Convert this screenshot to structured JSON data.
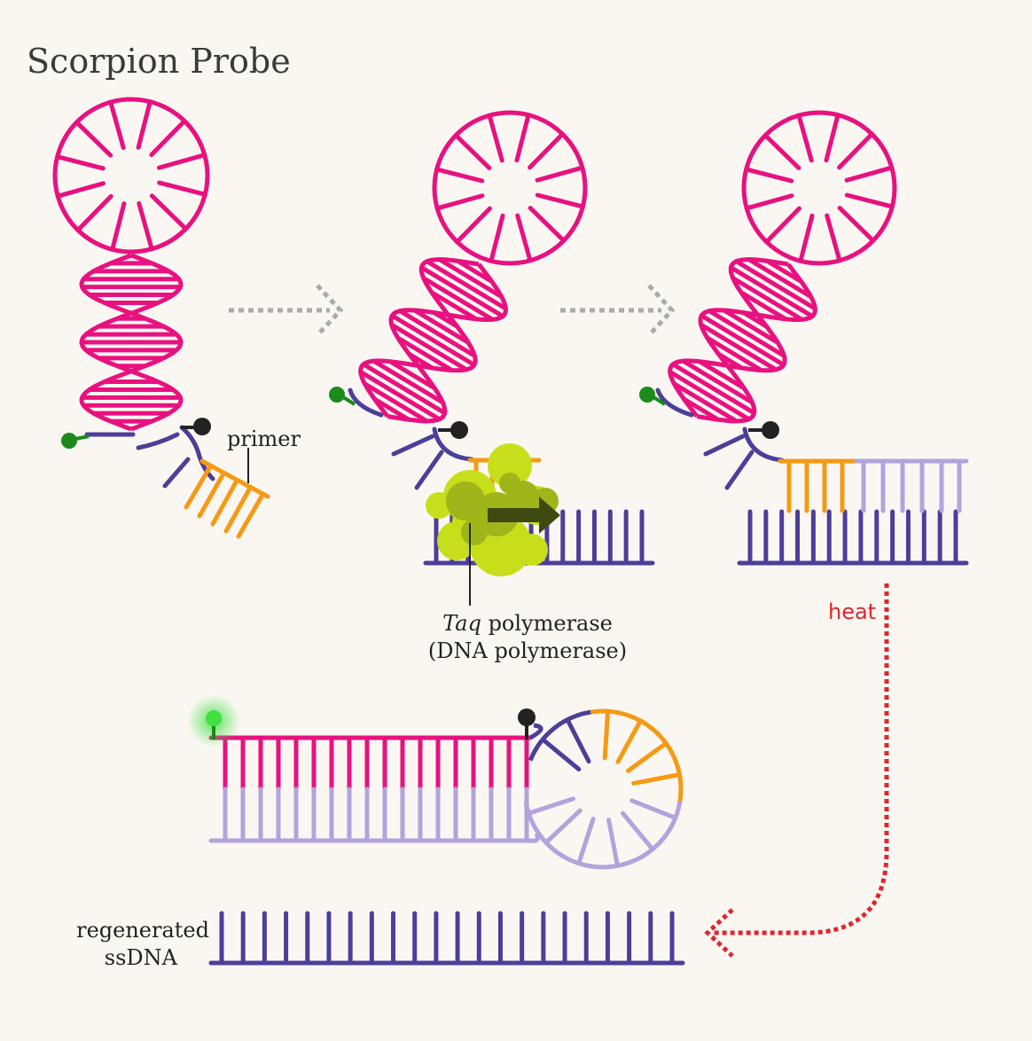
{
  "title": "Scorpion Probe",
  "labels": {
    "primer": "primer",
    "taq_italic": "Taq",
    "taq_rest": " polymerase",
    "dna_polymerase": "(DNA polymerase)",
    "heat": "heat",
    "regenerated_line1": "regenerated",
    "regenerated_line2": "ssDNA"
  },
  "colors": {
    "probe": "#e8117f",
    "target": "#4b3f99",
    "primer": "#f59a14",
    "extension": "#b3a3dc",
    "fluorophore": "#1c8a1c",
    "fluorophore_glow": "#3fe03f",
    "quencher": "#222222",
    "polymerase": "#9fb51a",
    "polymerase_light": "#c6df1a",
    "arrow_grey": "#aaaaaa",
    "heat_red": "#e0262b",
    "background": "#faf7f3"
  },
  "icons": [
    "fluorophore-icon",
    "quencher-icon",
    "taq-polymerase-icon",
    "process-arrow-icon",
    "heat-arrow-icon"
  ]
}
